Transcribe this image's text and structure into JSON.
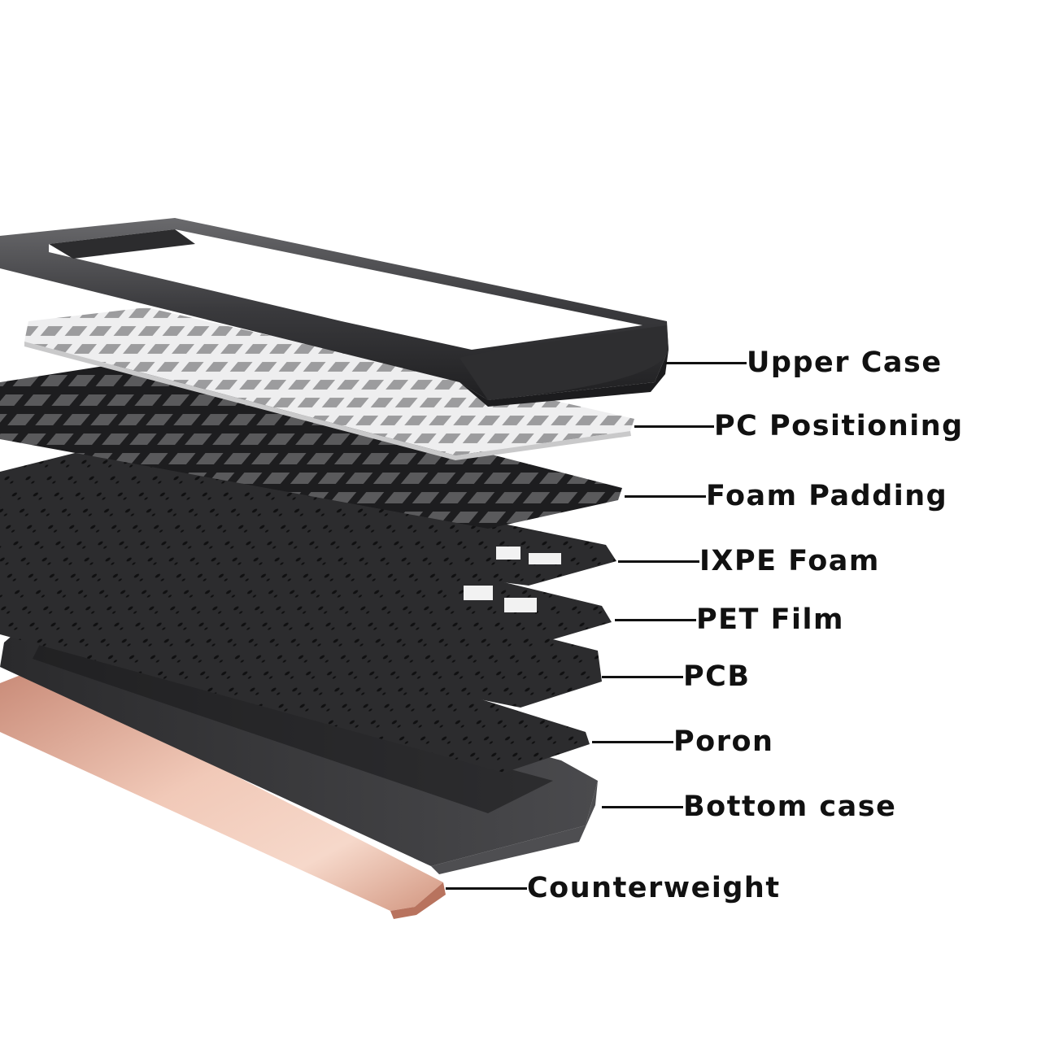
{
  "diagram": {
    "layers": [
      {
        "id": "upper-case",
        "label": "Upper Case",
        "color": "#3c3c3e"
      },
      {
        "id": "pc-positioning",
        "label": "PC Positioning",
        "color": "#e9e9ea"
      },
      {
        "id": "foam-padding",
        "label": "Foam Padding",
        "color": "#232325"
      },
      {
        "id": "ixpe-foam",
        "label": "IXPE Foam",
        "color": "#2a2a2c"
      },
      {
        "id": "pet-film",
        "label": "PET Film",
        "color": "#2c2c2e"
      },
      {
        "id": "pcb",
        "label": "PCB",
        "color": "#2f2f31"
      },
      {
        "id": "poron",
        "label": "Poron",
        "color": "#323234"
      },
      {
        "id": "bottom-case",
        "label": "Bottom case",
        "color": "#3a3a3c"
      },
      {
        "id": "counterweight",
        "label": "Counterweight",
        "color": "#d49a84"
      }
    ]
  }
}
